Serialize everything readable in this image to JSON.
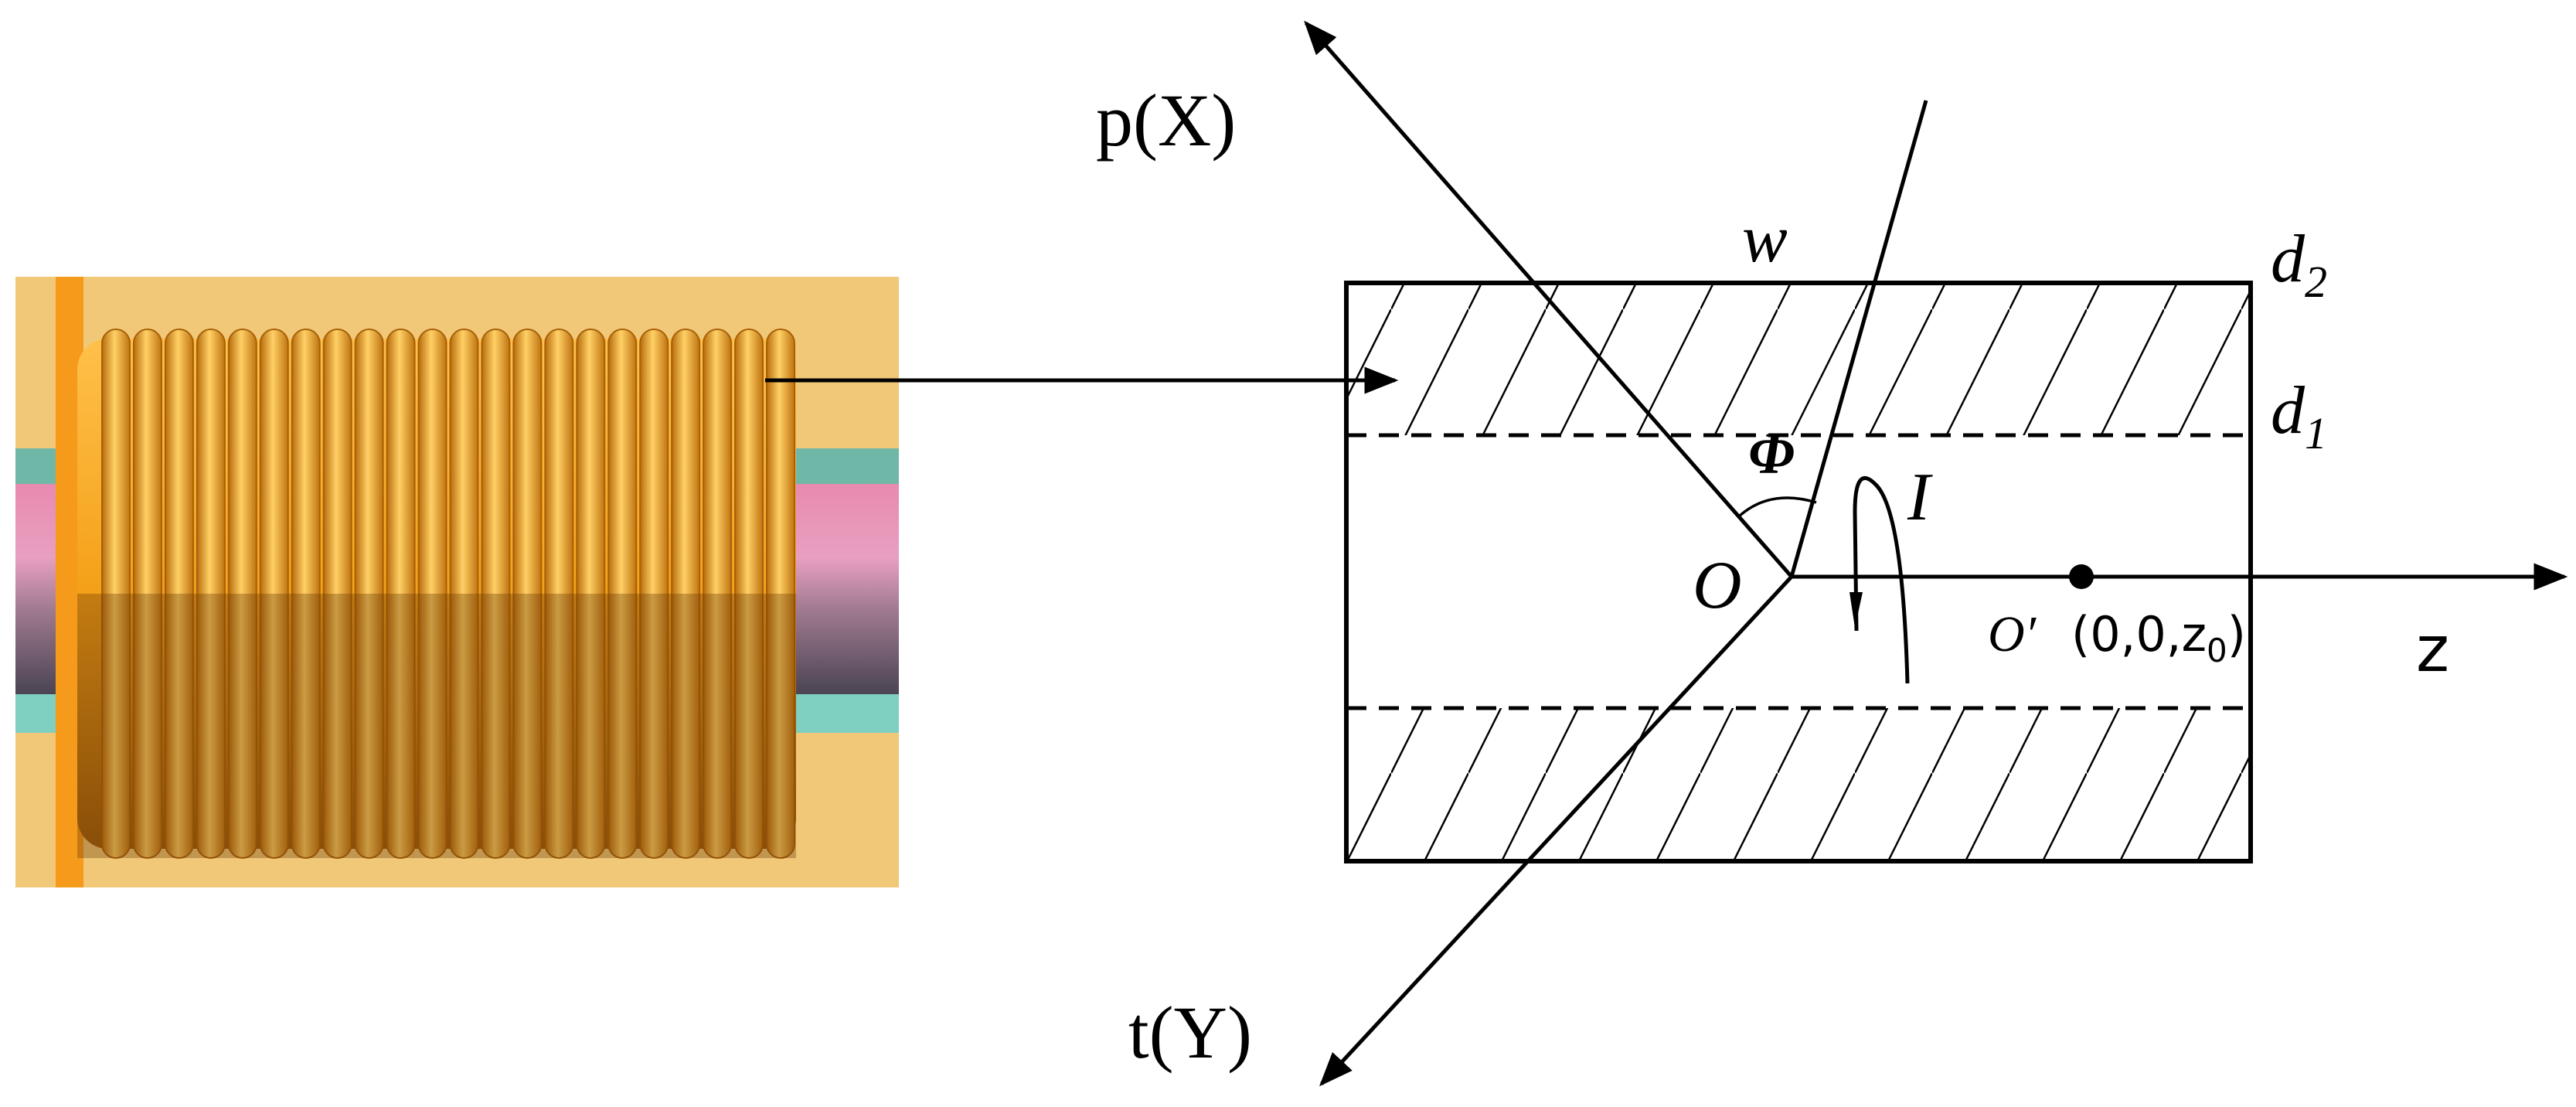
{
  "labels": {
    "p_axis": "p(X)",
    "t_axis": "t(Y)",
    "z_axis": "z",
    "width": "w",
    "d2": "d",
    "d2_sub": "2",
    "d1": "d",
    "d1_sub": "1",
    "phi": "Φ",
    "current": "I",
    "origin": "O",
    "origin_prime": "O′",
    "coord_prefix": "(0,0,z",
    "coord_sub": "0",
    "coord_suffix": ")"
  },
  "colors": {
    "coil": "#f4a018",
    "coil_dark": "#9a5a0a",
    "coil_highlight": "#ffd066",
    "background_panel": "#f0c878",
    "core_pink": "#e88ab0",
    "core_dark": "#4a4452",
    "core_teal": "#7fc8b8",
    "ink": "#000000"
  }
}
